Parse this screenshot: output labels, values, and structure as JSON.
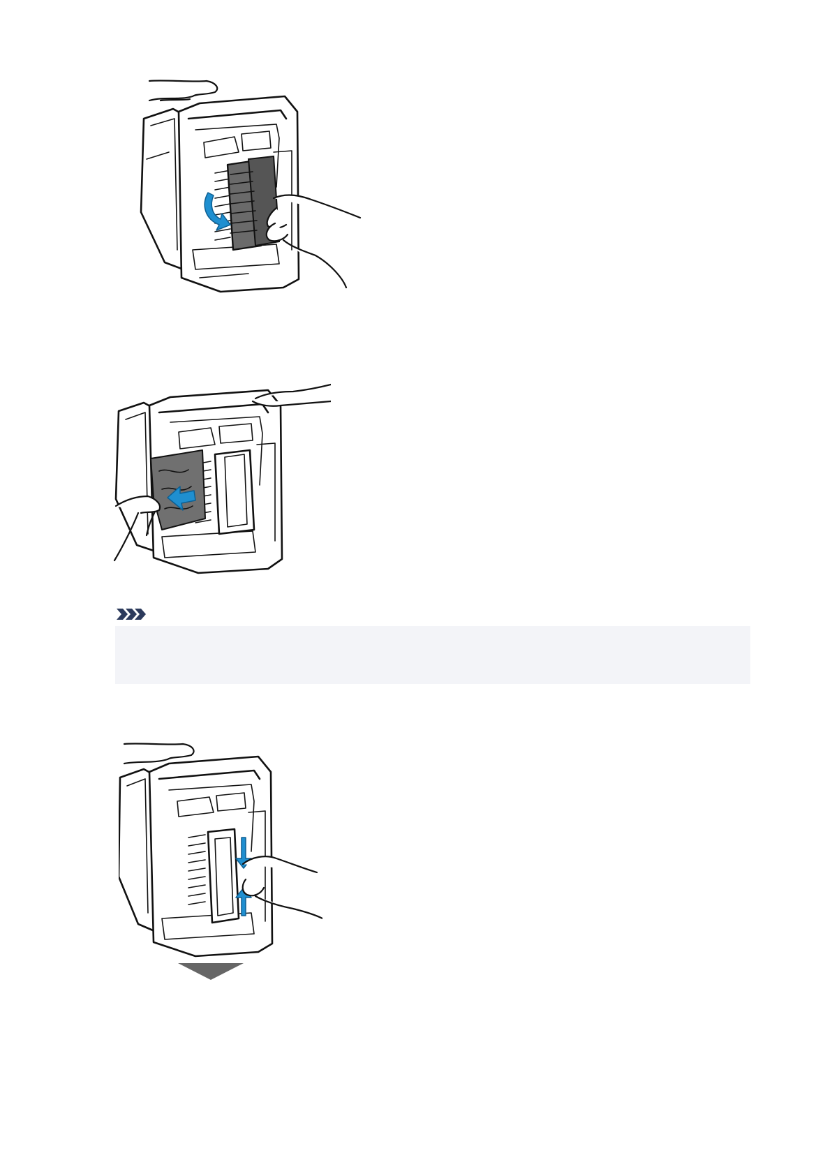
{
  "figures": [
    {
      "id": "open-duplex-cover",
      "icon": "printer-rear-cover-open-illustration"
    },
    {
      "id": "pull-jammed-paper",
      "icon": "printer-remove-paper-illustration"
    },
    {
      "id": "close-duplex-cover",
      "icon": "printer-rear-cover-close-illustration"
    }
  ],
  "note": {
    "icon": "note-chevrons-icon",
    "text": ""
  },
  "colors": {
    "accent": "#1f8fd0",
    "note_background": "#f3f4f8",
    "step_arrow": "#666666"
  }
}
